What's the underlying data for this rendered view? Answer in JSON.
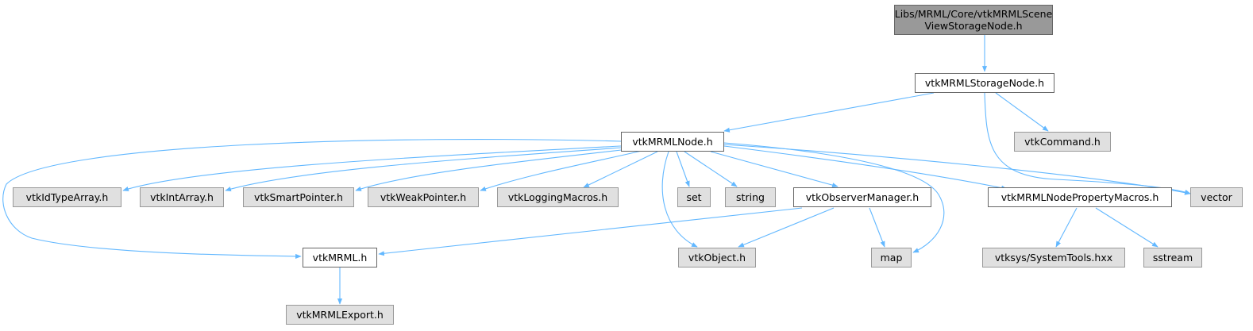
{
  "colors": {
    "edge": "#63b8ff",
    "root_fill": "#999999",
    "header_fill": "#ffffff",
    "system_fill": "#e0e0e0"
  },
  "nodes": [
    {
      "id": "root",
      "kind": "root",
      "label_lines": [
        "Libs/MRML/Core/vtkMRMLScene",
        "ViewStorageNode.h"
      ]
    },
    {
      "id": "storage",
      "kind": "header",
      "label": "vtkMRMLStorageNode.h"
    },
    {
      "id": "command",
      "kind": "system",
      "label": "vtkCommand.h"
    },
    {
      "id": "node",
      "kind": "header",
      "label": "vtkMRMLNode.h"
    },
    {
      "id": "idtype",
      "kind": "system",
      "label": "vtkIdTypeArray.h"
    },
    {
      "id": "intarray",
      "kind": "system",
      "label": "vtkIntArray.h"
    },
    {
      "id": "smartptr",
      "kind": "system",
      "label": "vtkSmartPointer.h"
    },
    {
      "id": "weakptr",
      "kind": "system",
      "label": "vtkWeakPointer.h"
    },
    {
      "id": "logging",
      "kind": "system",
      "label": "vtkLoggingMacros.h"
    },
    {
      "id": "set",
      "kind": "system",
      "label": "set"
    },
    {
      "id": "string",
      "kind": "system",
      "label": "string"
    },
    {
      "id": "observer",
      "kind": "header",
      "label": "vtkObserverManager.h"
    },
    {
      "id": "propmacros",
      "kind": "header",
      "label": "vtkMRMLNodePropertyMacros.h"
    },
    {
      "id": "vector",
      "kind": "system",
      "label": "vector"
    },
    {
      "id": "mrml",
      "kind": "header",
      "label": "vtkMRML.h"
    },
    {
      "id": "object",
      "kind": "system",
      "label": "vtkObject.h"
    },
    {
      "id": "map",
      "kind": "system",
      "label": "map"
    },
    {
      "id": "systools",
      "kind": "system",
      "label": "vtksys/SystemTools.hxx"
    },
    {
      "id": "sstream",
      "kind": "system",
      "label": "sstream"
    },
    {
      "id": "export",
      "kind": "system",
      "label": "vtkMRMLExport.h"
    }
  ],
  "edges": [
    [
      "root",
      "storage"
    ],
    [
      "storage",
      "node"
    ],
    [
      "storage",
      "command"
    ],
    [
      "storage",
      "vector"
    ],
    [
      "node",
      "idtype"
    ],
    [
      "node",
      "intarray"
    ],
    [
      "node",
      "smartptr"
    ],
    [
      "node",
      "weakptr"
    ],
    [
      "node",
      "logging"
    ],
    [
      "node",
      "set"
    ],
    [
      "node",
      "string"
    ],
    [
      "node",
      "observer"
    ],
    [
      "node",
      "propmacros"
    ],
    [
      "node",
      "vector"
    ],
    [
      "node",
      "mrml"
    ],
    [
      "node",
      "object"
    ],
    [
      "node",
      "map"
    ],
    [
      "observer",
      "mrml"
    ],
    [
      "observer",
      "object"
    ],
    [
      "observer",
      "map"
    ],
    [
      "propmacros",
      "systools"
    ],
    [
      "propmacros",
      "sstream"
    ],
    [
      "mrml",
      "export"
    ]
  ]
}
